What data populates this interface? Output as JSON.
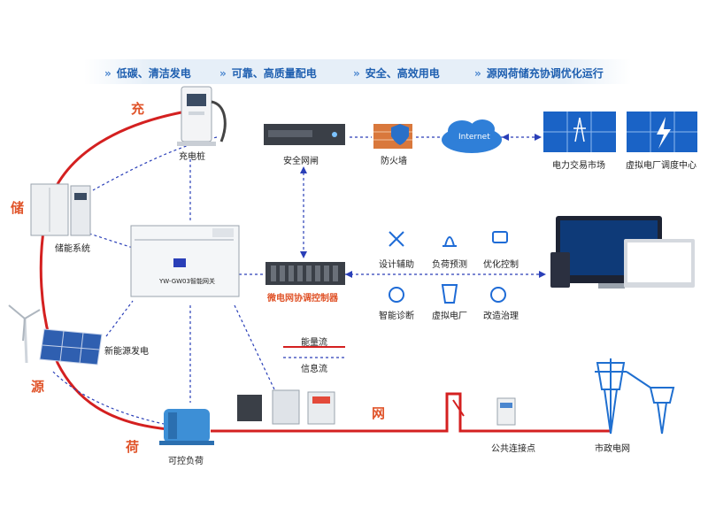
{
  "banner": [
    {
      "text": "低碳、清洁发电"
    },
    {
      "text": "可靠、高质量配电"
    },
    {
      "text": "安全、高效用电"
    },
    {
      "text": "源网荷储充协调优化运行"
    }
  ],
  "side_chars": {
    "chong": "充",
    "chu": "储",
    "yuan": "源",
    "he": "荷",
    "wang": "网"
  },
  "nodes": {
    "charging_pile": "充电桩",
    "storage": "储能系统",
    "renewable": "新能源发电",
    "load": "可控负荷",
    "security_gateway": "安全网闸",
    "firewall": "防火墙",
    "internet": "Internet",
    "power_market": "电力交易市场",
    "vpp_center": "虚拟电厂调度中心",
    "microgrid_controller": "微电网协调控制器",
    "gateway_model": "YW-GW03智能网关",
    "pcc": "公共连接点",
    "utility_grid": "市政电网"
  },
  "functions": [
    "设计辅助",
    "负荷预测",
    "优化控制",
    "智能诊断",
    "虚拟电厂",
    "改造治理"
  ],
  "legend": {
    "energy_flow": "能量流",
    "info_flow": "信息流"
  },
  "colors": {
    "energy": "#d42020",
    "info": "#2a3fb8",
    "accent": "#1e5fb0",
    "label": "#e0542a"
  }
}
